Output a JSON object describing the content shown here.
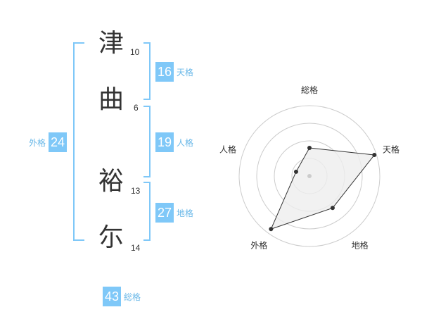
{
  "name": {
    "chars": [
      {
        "char": "津",
        "strokes": "10"
      },
      {
        "char": "曲",
        "strokes": "6"
      },
      {
        "char": "裕",
        "strokes": "13"
      },
      {
        "char": "尓",
        "strokes": "14"
      }
    ]
  },
  "kakusu": {
    "tenkaku": {
      "value": "16",
      "label": "天格"
    },
    "jinkaku": {
      "value": "19",
      "label": "人格"
    },
    "chikaku": {
      "value": "27",
      "label": "地格"
    },
    "gaikaku": {
      "value": "24",
      "label": "外格"
    },
    "soukaku": {
      "value": "43",
      "label": "総格"
    }
  },
  "colors": {
    "accent": "#7fc8f8",
    "text": "#333333"
  },
  "chart_data": {
    "type": "radar",
    "axes": [
      "総格",
      "天格",
      "地格",
      "外格",
      "人格"
    ],
    "values": [
      0.4,
      0.97,
      0.56,
      0.93,
      0.2
    ],
    "rings": 4,
    "fill": "#eeeeee"
  }
}
